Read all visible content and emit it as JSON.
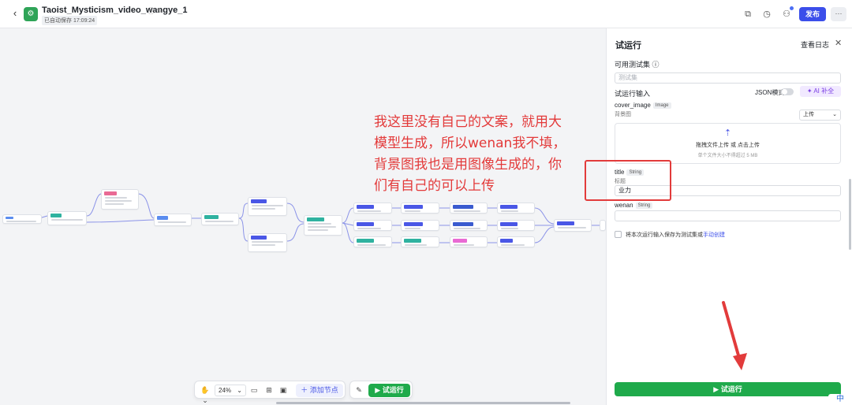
{
  "header": {
    "title": "Taoist_Mysticism_video_wangye_1",
    "title_icons": "ⓘ ✎",
    "saved": "已自动保存 17:09:24",
    "publish_label": "发布",
    "more_label": "···",
    "back_icon": "‹",
    "icons": [
      "copy-icon",
      "history-icon",
      "collaborators-icon"
    ]
  },
  "canvas": {
    "note": "我这里没有自己的文案，就用大模型生成，所以wenan我不填，背景图我也是用图像生成的，你们有自己的可以上传",
    "toolbar": {
      "zoom": "24%",
      "add_node_label": "添加节点",
      "run_label": "试运行"
    }
  },
  "panel": {
    "title": "试运行",
    "log_label": "查看日志",
    "close_label": "✕",
    "test_set_label": "可用测试集 ⓘ",
    "test_set_placeholder": "测试集",
    "run_input_label": "试运行输入",
    "json_mode_label": "JSON模式",
    "ai_fill_label": "✦ AI 补全",
    "fields": {
      "cover_image": {
        "name": "cover_image",
        "type": "Image",
        "desc": "背景图"
      },
      "upload_select": "上传",
      "upload_main": "拖拽文件上传 或 点击上传",
      "upload_sub": "单个文件大小不得超过 5 MB",
      "title": {
        "name": "title",
        "type": "String",
        "desc": "标题",
        "value": "业力"
      },
      "wenan": {
        "name": "wenan",
        "type": "String",
        "value": ""
      }
    },
    "save_text": "将本次运行输入保存为测试集或",
    "save_link": "手动创建",
    "run_button": "试运行"
  },
  "colors": {
    "accent_green": "#1faa4b",
    "publish_blue": "#3b4eea",
    "annotation_red": "#e33a3a"
  },
  "ime_label": "中"
}
